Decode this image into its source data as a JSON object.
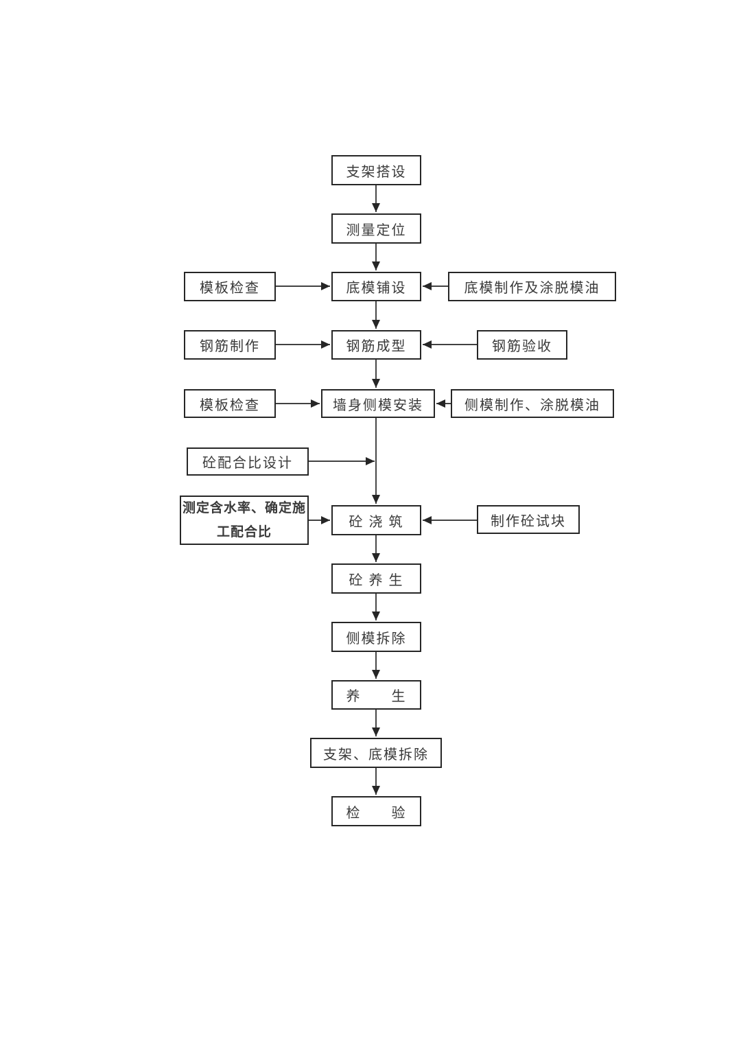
{
  "diagram": {
    "background_color": "#ffffff",
    "line_color": "#262626",
    "text_color": "#3a3a3a",
    "nodes": {
      "scaffold": {
        "label": "支架搭设"
      },
      "survey": {
        "label": "测量定位"
      },
      "form_check_1": {
        "label": "模板检查"
      },
      "bottom_form": {
        "label": "底模铺设"
      },
      "bottom_form_make": {
        "label": "底模制作及涂脱模油"
      },
      "rebar_make": {
        "label": "钢筋制作"
      },
      "rebar_form": {
        "label": "钢筋成型"
      },
      "rebar_accept": {
        "label": "钢筋验收"
      },
      "form_check_2": {
        "label": "模板检查"
      },
      "wall_side_form": {
        "label": "墙身侧模安装"
      },
      "side_form_make": {
        "label": "侧模制作、涂脱模油"
      },
      "mix_design": {
        "label": "砼配合比设计"
      },
      "moisture": {
        "label": "测定含水率、确定施工配合比"
      },
      "pour": {
        "label": "砼 浇 筑"
      },
      "test_block": {
        "label": "制作砼试块"
      },
      "cure_concrete": {
        "label": "砼 养 生"
      },
      "side_form_remove": {
        "label": "侧模拆除"
      },
      "cure_final": {
        "label": "养　　生"
      },
      "scaffold_remove": {
        "label": "支架、底模拆除"
      },
      "inspect": {
        "label": "检　　验"
      }
    },
    "edges": [
      {
        "from": "scaffold",
        "to": "survey"
      },
      {
        "from": "survey",
        "to": "bottom_form"
      },
      {
        "from": "form_check_1",
        "to": "bottom_form"
      },
      {
        "from": "bottom_form_make",
        "to": "bottom_form"
      },
      {
        "from": "bottom_form",
        "to": "rebar_form"
      },
      {
        "from": "rebar_make",
        "to": "rebar_form"
      },
      {
        "from": "rebar_accept",
        "to": "rebar_form"
      },
      {
        "from": "rebar_form",
        "to": "wall_side_form"
      },
      {
        "from": "form_check_2",
        "to": "wall_side_form"
      },
      {
        "from": "side_form_make",
        "to": "wall_side_form"
      },
      {
        "from": "wall_side_form",
        "to": "pour"
      },
      {
        "from": "mix_design",
        "to": "pour"
      },
      {
        "from": "moisture",
        "to": "pour"
      },
      {
        "from": "test_block",
        "to": "pour"
      },
      {
        "from": "pour",
        "to": "cure_concrete"
      },
      {
        "from": "cure_concrete",
        "to": "side_form_remove"
      },
      {
        "from": "side_form_remove",
        "to": "cure_final"
      },
      {
        "from": "cure_final",
        "to": "scaffold_remove"
      },
      {
        "from": "scaffold_remove",
        "to": "inspect"
      }
    ]
  }
}
